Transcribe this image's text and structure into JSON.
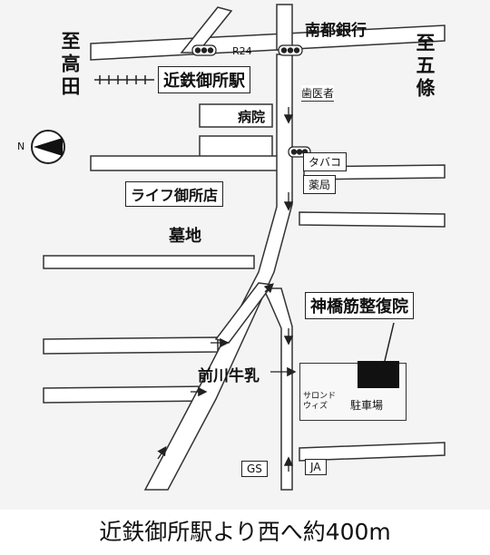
{
  "labels": {
    "bank": "南都銀行",
    "route": "R24",
    "to_takada": "至高田",
    "to_gojo": "至五條",
    "station": "近鉄御所駅",
    "dentist": "歯医者",
    "hospital": "病院",
    "tobacco": "タバコ",
    "pharmacy": "薬局",
    "supermarket": "ライフ御所店",
    "cemetery": "墓地",
    "clinic": "神橋筋整復院",
    "dairy": "前川牛乳",
    "salon": "サロンドウィズ",
    "parking": "駐車場",
    "gas_station": "GS",
    "ja": "JA",
    "north": "N"
  },
  "caption": "近鉄御所駅より西へ約400m"
}
